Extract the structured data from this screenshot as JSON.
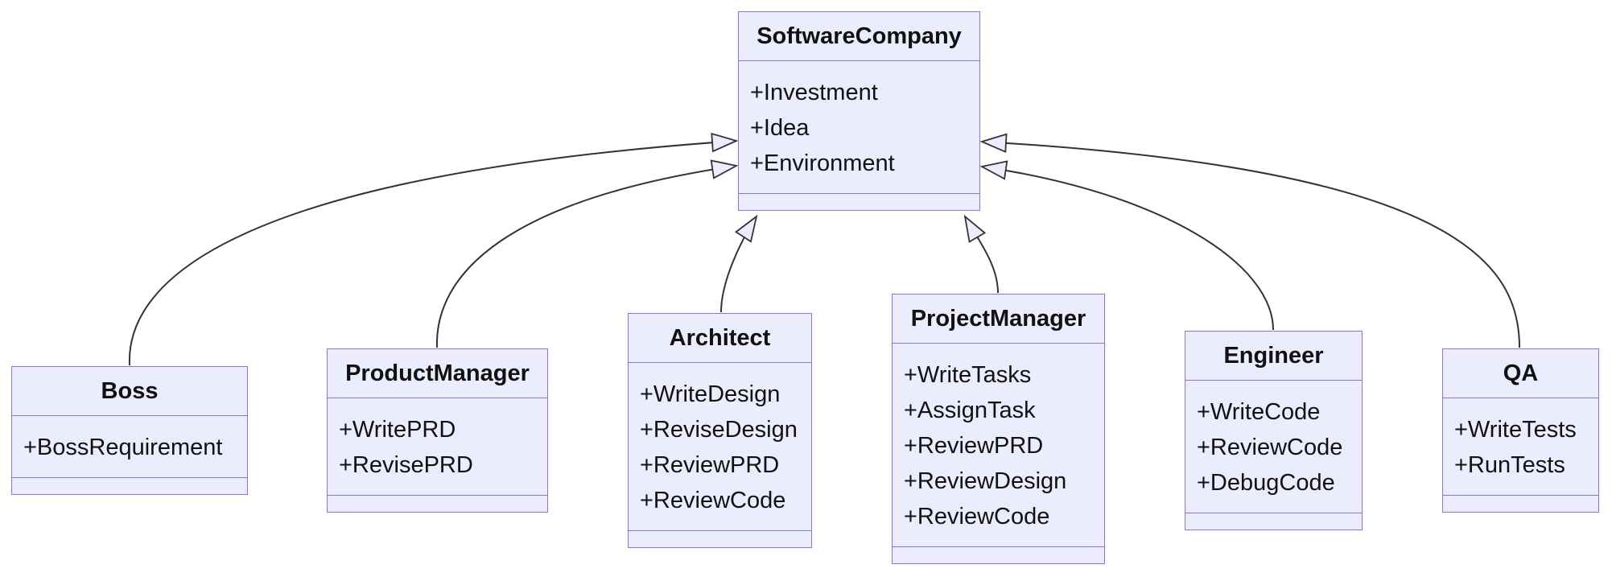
{
  "diagram": {
    "type": "uml-class-diagram",
    "classes": [
      {
        "name": "SoftwareCompany",
        "members": [
          "+Investment",
          "+Idea",
          "+Environment"
        ]
      },
      {
        "name": "Boss",
        "members": [
          "+BossRequirement"
        ]
      },
      {
        "name": "ProductManager",
        "members": [
          "+WritePRD",
          "+RevisePRD"
        ]
      },
      {
        "name": "Architect",
        "members": [
          "+WriteDesign",
          "+ReviseDesign",
          "+ReviewPRD",
          "+ReviewCode"
        ]
      },
      {
        "name": "ProjectManager",
        "members": [
          "+WriteTasks",
          "+AssignTask",
          "+ReviewPRD",
          "+ReviewDesign",
          "+ReviewCode"
        ]
      },
      {
        "name": "Engineer",
        "members": [
          "+WriteCode",
          "+ReviewCode",
          "+DebugCode"
        ]
      },
      {
        "name": "QA",
        "members": [
          "+WriteTests",
          "+RunTests"
        ]
      }
    ],
    "relationships": [
      {
        "from": "Boss",
        "to": "SoftwareCompany",
        "type": "inheritance"
      },
      {
        "from": "ProductManager",
        "to": "SoftwareCompany",
        "type": "inheritance"
      },
      {
        "from": "Architect",
        "to": "SoftwareCompany",
        "type": "inheritance"
      },
      {
        "from": "ProjectManager",
        "to": "SoftwareCompany",
        "type": "inheritance"
      },
      {
        "from": "Engineer",
        "to": "SoftwareCompany",
        "type": "inheritance"
      },
      {
        "from": "QA",
        "to": "SoftwareCompany",
        "type": "inheritance"
      }
    ],
    "colors": {
      "node_fill": "#ECECFF",
      "node_border": "#9370DB",
      "edge": "#333333",
      "text": "#111111",
      "background": "#ffffff"
    }
  }
}
